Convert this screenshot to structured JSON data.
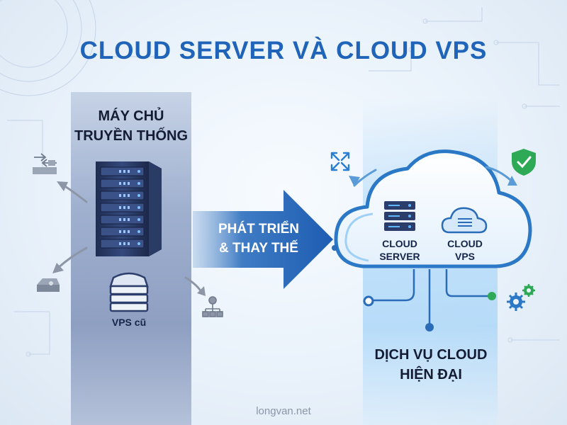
{
  "title": "CLOUD SERVER VÀ CLOUD VPS",
  "left": {
    "heading_line1": "MÁY CHỦ",
    "heading_line2": "TRUYỀN THỐNG",
    "vps_label": "VPS cũ"
  },
  "arrow": {
    "line1": "PHÁT TRIỂN",
    "line2": "& THAY THẾ"
  },
  "cloud": {
    "server_line1": "CLOUD",
    "server_line2": "SERVER",
    "vps_line1": "CLOUD",
    "vps_line2": "VPS"
  },
  "right": {
    "heading_line1": "DỊCH VỤ CLOUD",
    "heading_line2": "HIỆN ĐẠI"
  },
  "footer": "longvan.net",
  "icons": {
    "network": "network-switch-icon",
    "disk": "hard-disk-icon",
    "hierarchy": "hierarchy-icon",
    "expand": "expand-arrows-icon",
    "shield": "shield-check-icon",
    "gears": "gears-icon"
  },
  "colors": {
    "title": "#1f64b8",
    "arrow": "#1e5fb3",
    "cloud_stroke": "#2b78c6",
    "server_dark": "#2b3d6b",
    "shield": "#2eaa57"
  }
}
